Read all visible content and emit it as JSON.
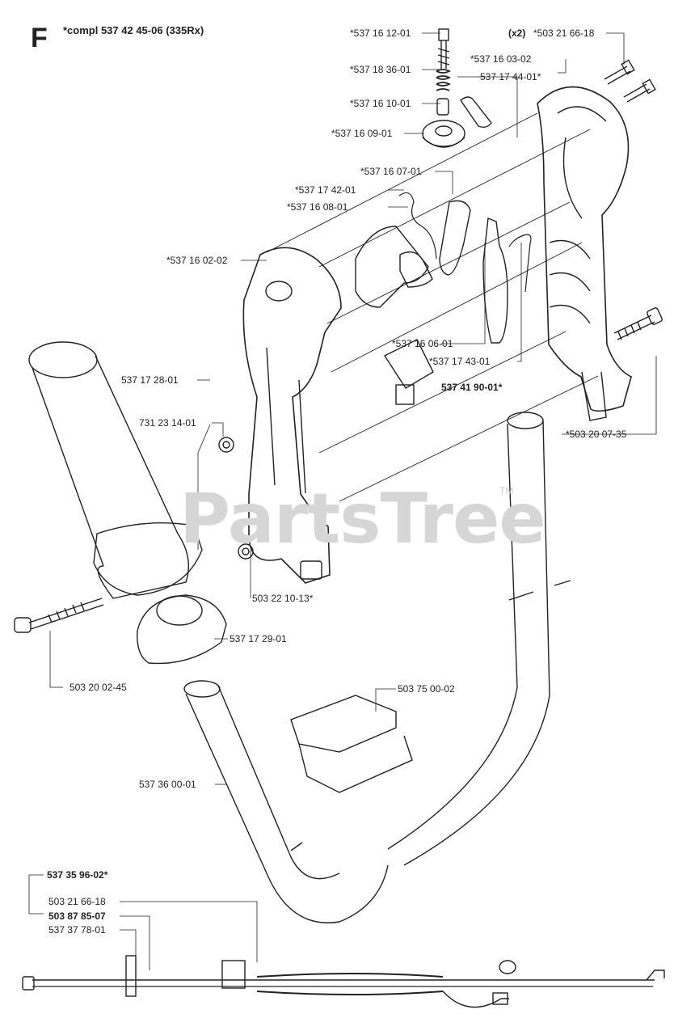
{
  "section_letter": "F",
  "title": "*compl 537 42 45-06 (335Rx)",
  "watermark": "PartsTree",
  "watermark_tm": "TM",
  "labels": {
    "p1": "*537 16 12-01",
    "p2": "*537 18 36-01",
    "p3": "*537 16 10-01",
    "p4": "*537 16 09-01",
    "p5_qty": "(x2)",
    "p5": "*503 21 66-18",
    "p6": "*537 16 03-02",
    "p7": "537 17 44-01*",
    "p8": "*537 16 07-01",
    "p9": "*537 17 42-01",
    "p10": "*537 16 08-01",
    "p11": "*537 16 02-02",
    "p12": "*537 16 06-01",
    "p13": "*537 17 43-01",
    "p14": "537 41 90-01*",
    "p15": "537 17 28-01",
    "p16": "731 23 14-01",
    "p17": "*503 20 07-35",
    "p18": "503 22 10-13*",
    "p19": "537 17 29-01",
    "p20": "503 20 02-45",
    "p21": "503 75 00-02",
    "p22": "537 36 00-01",
    "p23": "537 35 96-02*",
    "p24": "503 21 66-18",
    "p25": "503 87 85-07",
    "p26": "537 37 78-01"
  }
}
